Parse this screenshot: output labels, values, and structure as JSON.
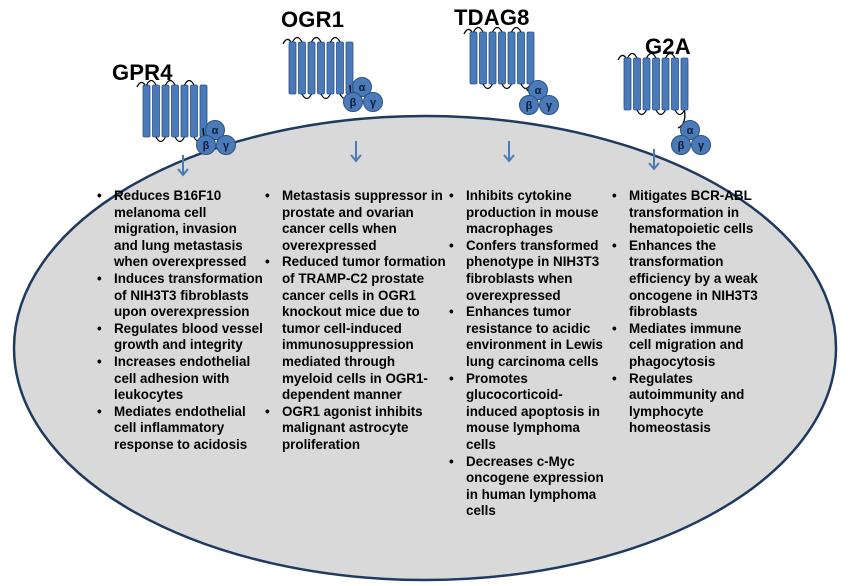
{
  "receptors": [
    {
      "name": "GPR4",
      "g_protein": {
        "alpha": "α",
        "beta": "β",
        "gamma": "γ"
      },
      "functions": [
        "Reduces B16F10 melanoma cell migration, invasion and lung metastasis when overexpressed",
        "Induces transformation of NIH3T3 fibroblasts upon overexpression",
        "Regulates blood vessel growth and integrity",
        "Increases endothelial cell adhesion with leukocytes",
        "Mediates endothelial cell inflammatory response to acidosis"
      ]
    },
    {
      "name": "OGR1",
      "g_protein": {
        "alpha": "α",
        "beta": "β",
        "gamma": "γ"
      },
      "functions": [
        "Metastasis suppressor in prostate and ovarian cancer cells when overexpressed",
        "Reduced tumor formation of TRAMP-C2 prostate cancer cells in OGR1 knockout mice due to tumor cell-induced immunosuppression mediated through myeloid cells in OGR1-dependent manner",
        "OGR1 agonist inhibits malignant astrocyte proliferation"
      ]
    },
    {
      "name": "TDAG8",
      "g_protein": {
        "alpha": "α",
        "beta": "β",
        "gamma": "γ"
      },
      "functions": [
        "Inhibits cytokine production in mouse macrophages",
        "Confers transformed phenotype in NIH3T3 fibroblasts when overexpressed",
        "Enhances tumor resistance to acidic environment in Lewis lung carcinoma cells",
        "Promotes glucocorticoid-induced apoptosis in mouse lymphoma cells",
        "Decreases c-Myc oncogene expression in human lymphoma cells"
      ]
    },
    {
      "name": "G2A",
      "g_protein": {
        "alpha": "α",
        "beta": "β",
        "gamma": "γ"
      },
      "functions": [
        "Mitigates BCR-ABL transformation in hematopoietic cells",
        "Enhances the transformation efficiency by a weak oncogene in NIH3T3 fibroblasts",
        "Mediates immune cell migration and phagocytosis",
        "Regulates autoimmunity and lymphocyte homeostasis"
      ]
    }
  ],
  "colors": {
    "cell_fill": "#d9d9d9",
    "cell_stroke": "#1f3a5f",
    "receptor_fill": "#4a7ab8",
    "receptor_stroke": "#2b5286",
    "gprotein_fill": "#4a7ab8",
    "arrow": "#4a7ab8"
  }
}
